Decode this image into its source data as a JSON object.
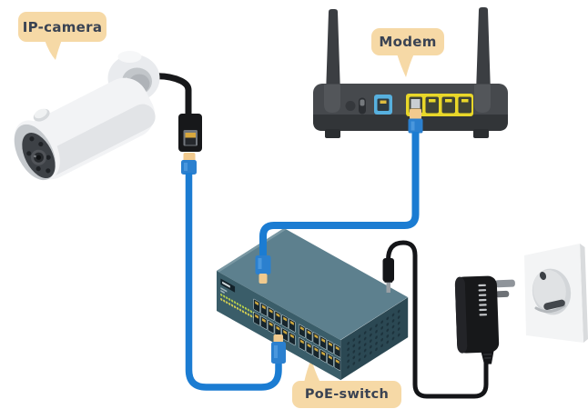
{
  "diagram": {
    "type": "hardware-connection-diagram",
    "callouts": {
      "camera": "IP-camera",
      "modem": "Modem",
      "switch": "PoE-switch"
    },
    "devices": [
      "IP-camera",
      "Modem",
      "PoE-switch",
      "Power adapter",
      "Wall outlet"
    ],
    "connections": [
      {
        "from": "IP-camera",
        "to": "PoE-switch",
        "cable": "ethernet",
        "color": "#1b7cd2"
      },
      {
        "from": "Modem",
        "to": "PoE-switch",
        "cable": "ethernet",
        "color": "#1b7cd2"
      },
      {
        "from": "PoE-switch",
        "to": "Power adapter",
        "cable": "power",
        "color": "#151617"
      },
      {
        "from": "Power adapter",
        "to": "Wall outlet",
        "cable": "plug",
        "color": "#151617"
      }
    ],
    "colors": {
      "callout_bg": "#f6d9a6",
      "callout_text": "#3a4353",
      "ethernet_blue": "#1b7cd2",
      "connector_boot_tan": "#f1ca8e",
      "switch_top": "#5d808e",
      "switch_front": "#3a5d69",
      "switch_side": "#2b4853",
      "modem_body": "#46494d",
      "lan_port_yellow": "#e9d729",
      "wan_port_blue": "#57b0df",
      "power_black": "#151617"
    }
  }
}
